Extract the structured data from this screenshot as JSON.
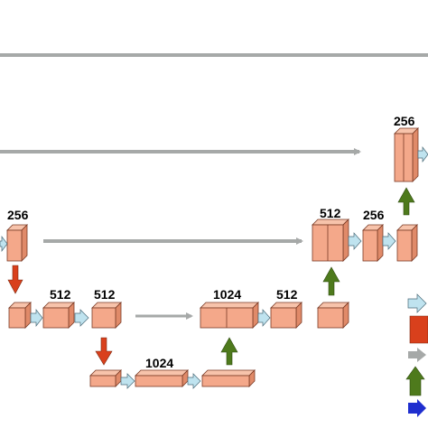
{
  "labels": {
    "l_256_left": "256",
    "l_512_a": "512",
    "l_512_b": "512",
    "l_1024_bottom": "1024",
    "l_1024_mid": "1024",
    "l_512_c": "512",
    "l_512_d": "512",
    "l_256_right": "256",
    "l_256_top": "256"
  },
  "legend": {
    "items": [
      {
        "icon": "light-blue-arrow-icon"
      },
      {
        "icon": "red-down-arrow-icon"
      },
      {
        "icon": "gray-arrow-icon"
      },
      {
        "icon": "green-up-arrow-icon"
      },
      {
        "icon": "blue-arrow-icon"
      }
    ]
  },
  "colors": {
    "block_front": "#f4a88a",
    "block_top": "#f7c3ab",
    "block_side": "#e08a69",
    "block_edge": "#7a3a25",
    "skip_arrow": "#a6a9a8",
    "down_arrow": "#d9401c",
    "up_arrow": "#4e7a1c",
    "flow_arrow": "#bfe3ef",
    "final_arrow": "#1f2ecf"
  }
}
